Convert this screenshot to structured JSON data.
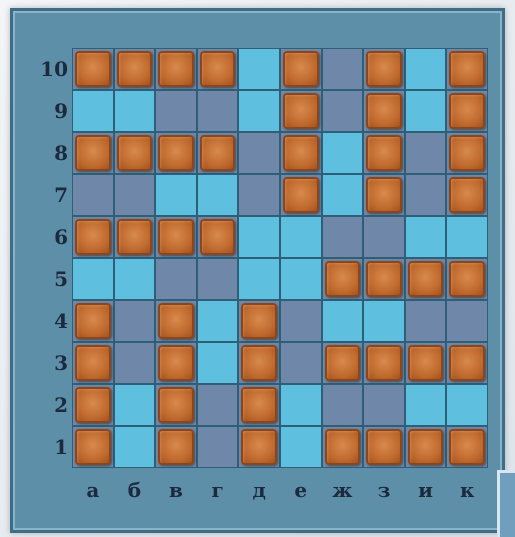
{
  "board": {
    "row_labels": [
      "10",
      "9",
      "8",
      "7",
      "6",
      "5",
      "4",
      "3",
      "2",
      "1"
    ],
    "col_labels": [
      "а",
      "б",
      "в",
      "г",
      "д",
      "е",
      "ж",
      "з",
      "и",
      "к"
    ],
    "grid": [
      [
        "S",
        "S",
        "S",
        "S",
        "L",
        "S",
        "D",
        "S",
        "L",
        "S"
      ],
      [
        "L",
        "L",
        "D",
        "D",
        "L",
        "S",
        "D",
        "S",
        "L",
        "S"
      ],
      [
        "S",
        "S",
        "S",
        "S",
        "D",
        "S",
        "L",
        "S",
        "D",
        "S"
      ],
      [
        "D",
        "D",
        "L",
        "L",
        "D",
        "S",
        "L",
        "S",
        "D",
        "S"
      ],
      [
        "S",
        "S",
        "S",
        "S",
        "L",
        "L",
        "D",
        "D",
        "L",
        "L"
      ],
      [
        "L",
        "L",
        "D",
        "D",
        "L",
        "L",
        "S",
        "S",
        "S",
        "S"
      ],
      [
        "S",
        "D",
        "S",
        "L",
        "S",
        "D",
        "L",
        "L",
        "D",
        "D"
      ],
      [
        "S",
        "D",
        "S",
        "L",
        "S",
        "D",
        "S",
        "S",
        "S",
        "S"
      ],
      [
        "S",
        "L",
        "S",
        "D",
        "S",
        "L",
        "D",
        "D",
        "L",
        "L"
      ],
      [
        "S",
        "L",
        "S",
        "D",
        "S",
        "L",
        "S",
        "S",
        "S",
        "S"
      ]
    ],
    "legend": {
      "S": "ship",
      "L": "light-water",
      "D": "dark-water"
    }
  },
  "colors": {
    "frame": "#5d8fa8",
    "water_light": "#5fbfde",
    "water_dark": "#6f88a9",
    "ship": "#c06a2e"
  }
}
